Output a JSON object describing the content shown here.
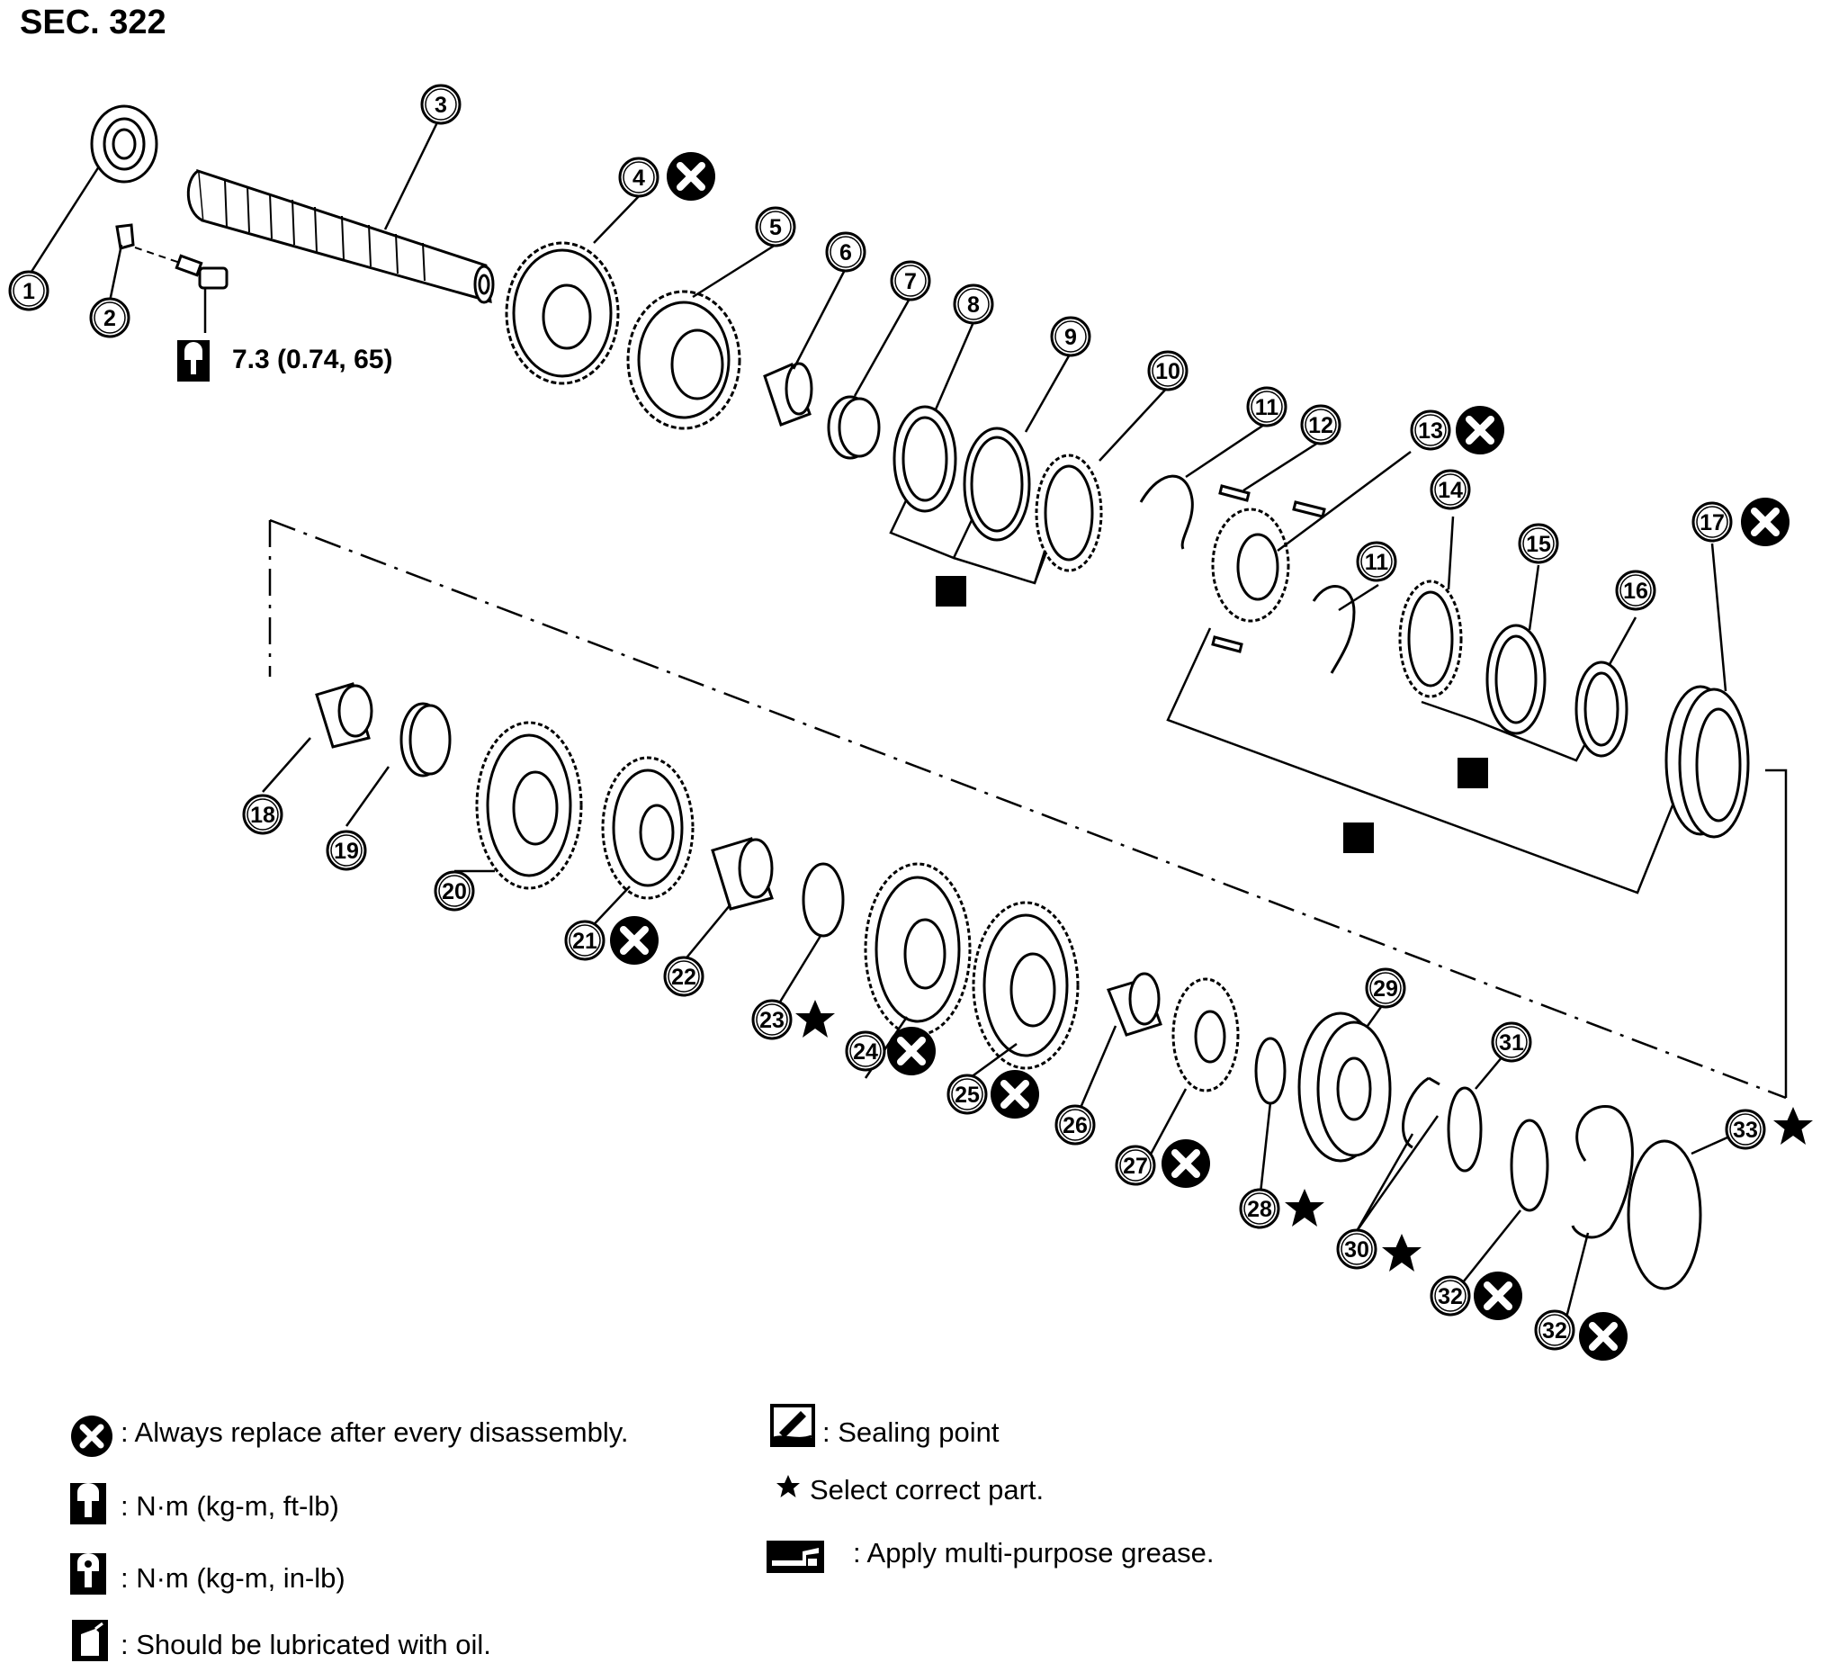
{
  "section_title": "SEC. 322",
  "torque_label": "7.3  (0.74,  65)",
  "part_numbers": [
    "1",
    "2",
    "3",
    "4",
    "5",
    "6",
    "7",
    "8",
    "9",
    "10",
    "11",
    "12",
    "13",
    "11",
    "14",
    "15",
    "16",
    "17",
    "18",
    "19",
    "20",
    "21",
    "22",
    "23",
    "24",
    "25",
    "26",
    "27",
    "28",
    "29",
    "30",
    "31",
    "32",
    "32",
    "33"
  ],
  "legend": {
    "always_replace": ": Always replace after every disassembly.",
    "torque_ft_lb": ": N·m (kg-m, ft-lb)",
    "torque_in_lb": ": N·m (kg-m, in-lb)",
    "lubricate_oil": ": Should be lubricated with oil.",
    "sealing_point": ": Sealing point",
    "select_part": "Select correct part.",
    "grease": ": Apply multi-purpose grease."
  },
  "icons": [
    "always-replace-icon",
    "torque-wrench-icon",
    "oil-can-icon",
    "sealing-point-icon",
    "star-icon",
    "grease-gun-icon",
    "selective-part-square-icon"
  ]
}
